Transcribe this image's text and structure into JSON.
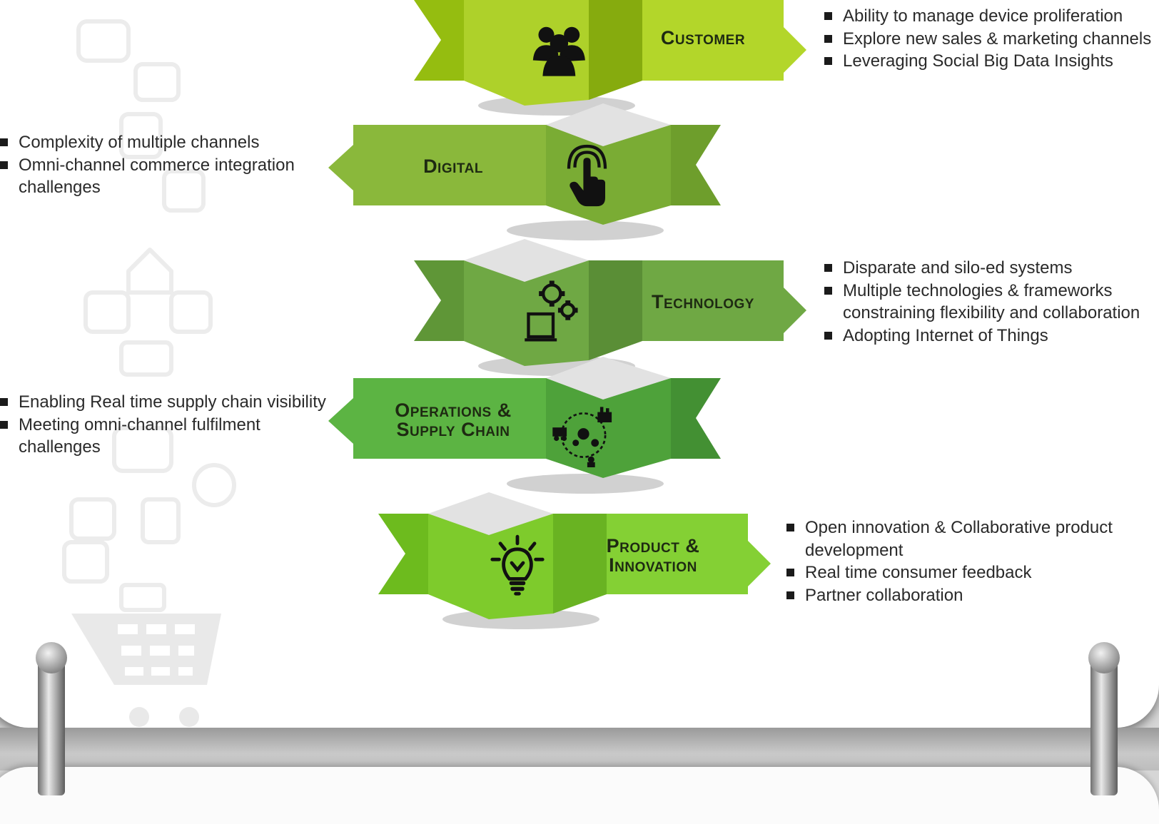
{
  "segments": [
    {
      "id": "customer",
      "label_line1": "Customer",
      "label_line2": "",
      "icon": "people-group-icon",
      "color": "#a7cd1f",
      "points": [
        {
          "line1": "Ability to manage device proliferation",
          "line2": ""
        },
        {
          "line1": "Explore new sales & marketing channels",
          "line2": ""
        },
        {
          "line1": "Leveraging Social Big Data Insights",
          "line2": ""
        }
      ]
    },
    {
      "id": "digital",
      "label_line1": "Digital",
      "label_line2": "",
      "icon": "touch-hand-icon",
      "color": "#8ab83b",
      "points": [
        {
          "line1": "Complexity of multiple channels",
          "line2": ""
        },
        {
          "line1": "Omni-channel commerce integration",
          "line2": "challenges"
        }
      ]
    },
    {
      "id": "technology",
      "label_line1": "Technology",
      "label_line2": "",
      "icon": "gears-laptop-icon",
      "color": "#6fa844",
      "points": [
        {
          "line1": "Disparate and silo-ed systems",
          "line2": ""
        },
        {
          "line1": "Multiple technologies & frameworks",
          "line2": "constraining flexibility and collaboration"
        },
        {
          "line1": "Adopting Internet of Things",
          "line2": ""
        }
      ]
    },
    {
      "id": "operations",
      "label_line1": "Operations &",
      "label_line2": "Supply Chain",
      "icon": "supply-chain-gears-icon",
      "color": "#5cb443",
      "points": [
        {
          "line1": "Enabling Real time supply chain visibility",
          "line2": ""
        },
        {
          "line1": "Meeting omni-channel fulfilment",
          "line2": "challenges"
        }
      ]
    },
    {
      "id": "product",
      "label_line1": "Product &",
      "label_line2": "Innovation",
      "icon": "lightbulb-icon",
      "color": "#7ecb2c",
      "points": [
        {
          "line1": "Open innovation & Collaborative product",
          "line2": "development"
        },
        {
          "line1": "Real time consumer feedback",
          "line2": ""
        },
        {
          "line1": "Partner collaboration",
          "line2": ""
        }
      ]
    }
  ]
}
